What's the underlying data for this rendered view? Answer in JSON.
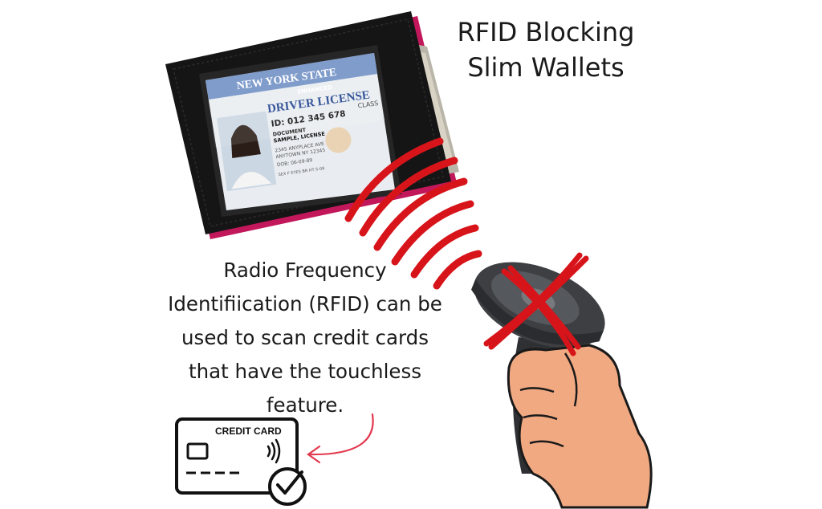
{
  "title": {
    "line1": "RFID Blocking",
    "line2": "Slim Wallets"
  },
  "description": {
    "line1": "Radio Frequency",
    "line2": "Identifiication (RFID) can be",
    "line3": "used to scan credit cards",
    "line4": "that have the touchless",
    "line5": "feature."
  },
  "credit_card": {
    "label": "CREDIT CARD"
  },
  "license": {
    "state": "NEW YORK STATE",
    "enhanced": "ENHANCED",
    "heading": "DRIVER LICENSE",
    "id_line": "ID: 012 345 678",
    "document": "DOCUMENT",
    "sample": "SAMPLE, LICENSE",
    "class": "CLASS",
    "address1": "2345 ANYPLACE AVE",
    "address2": "ANYTOWN NY 12345",
    "dob": "DOB: 06-09-89",
    "sex": "SEX F  EYES BR  HT 5-09"
  },
  "colors": {
    "accent_red": "#d7141a",
    "wallet_black": "#151515",
    "skin": "#f1a982",
    "scanner_gray": "#3d3f42"
  }
}
